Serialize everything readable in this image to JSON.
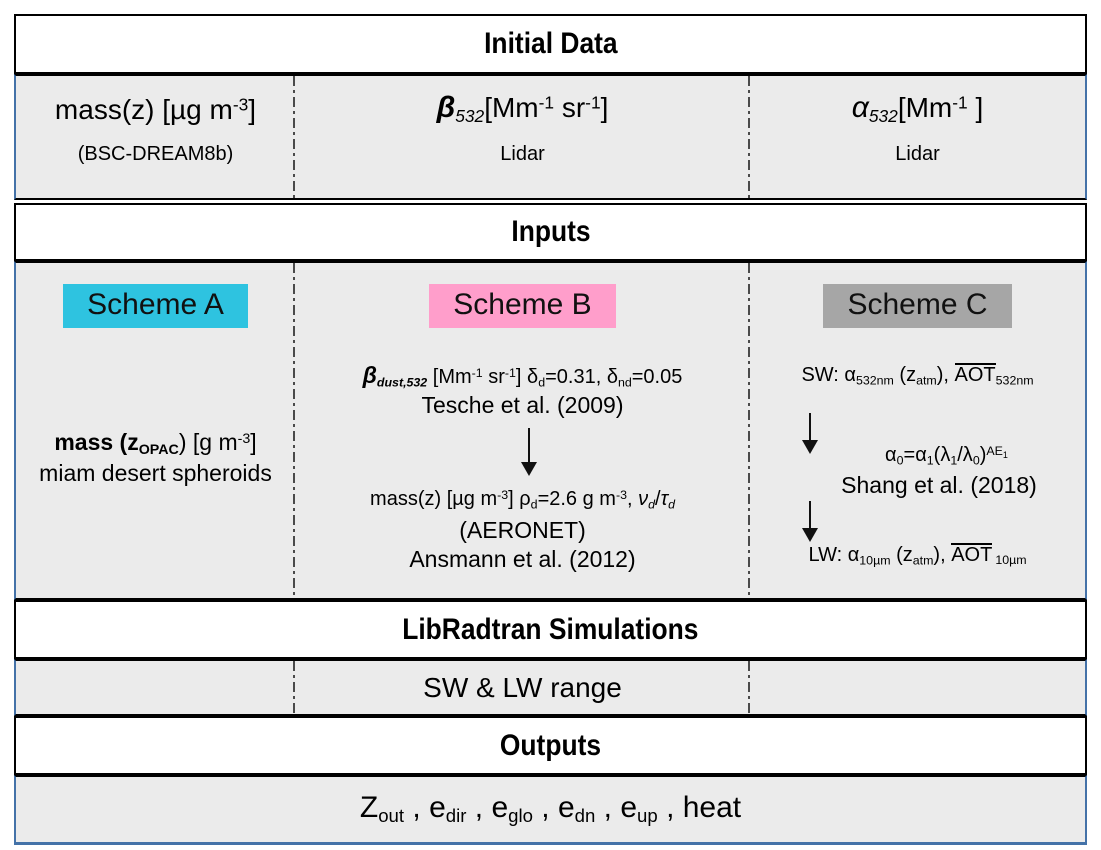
{
  "figure": {
    "type": "flowchart-table",
    "description": "Three-scheme dust radiative-effect processing flowchart"
  },
  "colors": {
    "scheme_a": "#2ec3e0",
    "scheme_b": "#ff9ecb",
    "scheme_c": "#a6a6a6",
    "row_grey": "#ebebeb",
    "border_black": "#000000",
    "border_blue": "#4472a8"
  },
  "banners": {
    "initial_data": "Initial Data",
    "inputs": "Inputs",
    "libradtran": "LibRadtran Simulations",
    "outputs": "Outputs"
  },
  "initial_data": {
    "col_a": {
      "quantity": "mass(z) [µg m",
      "quantity_exp": "-3",
      "quantity_tail": "]",
      "source": "(BSC-DREAM8b)"
    },
    "col_b": {
      "symbol": "β",
      "symbol_sub": "532",
      "units_pre": "[Mm",
      "units_exp1": "-1",
      "units_mid": " sr",
      "units_exp2": "-1",
      "units_post": "]",
      "source": "Lidar"
    },
    "col_c": {
      "symbol": "α",
      "symbol_sub": "532",
      "units_pre": "[Mm",
      "units_exp1": "-1",
      "units_post": " ]",
      "source": "Lidar"
    }
  },
  "schemes": {
    "a": {
      "chip": "Scheme A",
      "line1_pre": "mass (z",
      "line1_sub": "OPAC",
      "line1_mid": ") [g m",
      "line1_exp": "-3",
      "line1_post": "]",
      "line2": "miam desert spheroids"
    },
    "b": {
      "chip": "Scheme B",
      "line1_sym": "β",
      "line1_sub": "dust,532",
      "line1_units_pre": " [Mm",
      "line1_units_exp1": "-1",
      "line1_units_mid": " sr",
      "line1_units_exp2": "-1",
      "line1_units_post": "] ",
      "line1_delta1_sym": "δ",
      "line1_delta1_sub": "d",
      "line1_delta1_val": "=0.31, ",
      "line1_delta2_sym": "δ",
      "line1_delta2_sub": "nd",
      "line1_delta2_val": "=0.05",
      "line2": "Tesche et al. (2009)",
      "arrow": "down-arrow",
      "line3_pre": "mass(z) [µg m",
      "line3_exp": "-3",
      "line3_mid": "] ρ",
      "line3_sub": "d",
      "line3_val": "=2.6 g m",
      "line3_exp2": "-3",
      "line3_tail": ", ",
      "line3_ratio_num": "ν",
      "line3_ratio_num_sub": "d",
      "line3_ratio_slash": "/",
      "line3_ratio_den": "τ",
      "line3_ratio_den_sub": "d",
      "line4": "(AERONET)",
      "line5": "Ansmann et al. (2012)"
    },
    "c": {
      "chip": "Scheme C",
      "sw_pre": "SW: ",
      "sw_alpha": "α",
      "sw_alpha_sub": "532nm",
      "sw_z_pre": " (z",
      "sw_z_sub": "atm",
      "sw_z_post": "), ",
      "sw_aot": "AOT",
      "sw_aot_sub": "532nm",
      "eq_alpha0": "α",
      "eq_alpha0_sub": "0",
      "eq_eq": "=",
      "eq_alpha1": "α",
      "eq_alpha1_sub": "1",
      "eq_paren_open": "(λ",
      "eq_lam1_sub": "1",
      "eq_slash": "/λ",
      "eq_lam0_sub": "0",
      "eq_paren_close": ")",
      "eq_exp": "AE",
      "eq_exp_sub": "1",
      "ref": "Shang et al. (2018)",
      "lw_pre": "LW: ",
      "lw_alpha": "α",
      "lw_alpha_sub": "10µm",
      "lw_z_pre": " (z",
      "lw_z_sub": "atm",
      "lw_z_post": "), ",
      "lw_aot": "AOT",
      "lw_aot_sub": "10µm",
      "arrow_1": "down-arrow",
      "arrow_2": "down-arrow"
    }
  },
  "simulation_range": "SW & LW range",
  "outputs_list": {
    "z_pre": "Z",
    "z_sub": "out",
    "sep1": " , ",
    "e1": "e",
    "e1_sub": "dir",
    "sep2": " , ",
    "e2": "e",
    "e2_sub": "glo",
    "sep3": " , ",
    "e3": "e",
    "e3_sub": "dn",
    "sep4": " , ",
    "e4": "e",
    "e4_sub": "up",
    "sep5": " , ",
    "heat": "heat"
  }
}
